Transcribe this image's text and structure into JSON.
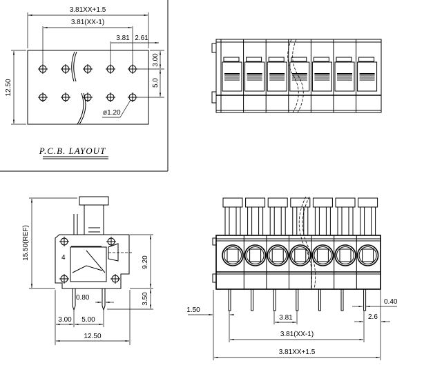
{
  "pcb_layout": {
    "title": "P.C.B. LAYOUT",
    "dim_total": "3.81XX+1.5",
    "dim_pitch_span": "3.81(XX-1)",
    "dim_pitch": "3.81",
    "dim_edge": "2.61",
    "dim_height": "12.50",
    "dim_top_row": "3.00",
    "dim_row_spacing": "5.0",
    "dim_hole": "ø1.20"
  },
  "side_view": {
    "dim_ref_height": "15.50(REF)",
    "dim_body_height": "9.20",
    "dim_pin_length": "3.50",
    "dim_pin_width": "0.80",
    "dim_edge_offset": "3.00",
    "dim_pin_spacing": "5.00",
    "dim_depth": "12.50",
    "marking": "4"
  },
  "front_view": {
    "dim_edge": "1.50",
    "dim_pitch": "3.81",
    "dim_pitch_span": "3.81(XX-1)",
    "dim_total": "3.81XX+1.5",
    "dim_pin_width": "0.40",
    "dim_end": "2.6",
    "positions": 7
  }
}
